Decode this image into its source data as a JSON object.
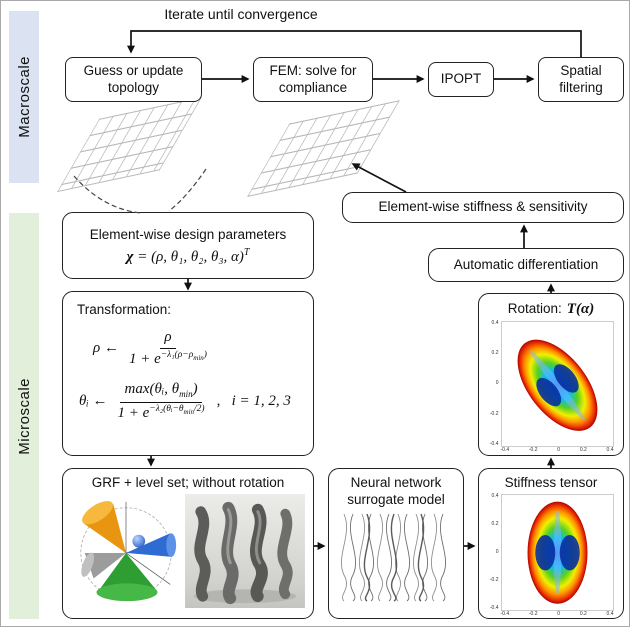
{
  "sections": {
    "macroscale": "Macroscale",
    "microscale": "Microscale"
  },
  "loop_label": "Iterate until convergence",
  "flow": {
    "guess": "Guess or update topology",
    "fem": "FEM: solve for compliance",
    "ipopt": "IPOPT",
    "spatial": "Spatial filtering"
  },
  "boxes": {
    "stiffness_sensitivity": "Element-wise stiffness & sensitivity",
    "auto_diff": "Automatic differentiation",
    "design_title": "Element-wise design parameters",
    "rotation_title": "Rotation:",
    "rotation_math": "T(α)",
    "grf_title": "GRF + level set; without rotation",
    "nn_title": "Neural network surrogate model",
    "stiffness_title": "Stiffness tensor"
  },
  "math": {
    "chi": "χ",
    "chi_rest": " = (ρ, θ₁, θ₂, θ₃, α)",
    "chi_sup": "T",
    "transform_title": "Transformation:",
    "rho_lhs": "ρ ←",
    "rho_num": "ρ",
    "den_base": "1 + e",
    "rho_sup_a": "−λ₁(ρ−ρ",
    "sub_min": "min",
    "rho_sup_b": ")",
    "theta_lhs": "θᵢ ←",
    "theta_num_a": "max(θᵢ, θ",
    "theta_num_b": ")",
    "theta_sup_a": "−λ₂(θᵢ−θ",
    "theta_sup_b": "/2)",
    "theta_cond": ",   i = 1, 2, 3"
  },
  "plot": {
    "y_ticks": [
      "0.4",
      "0.2",
      "0",
      "-0.2",
      "-0.4"
    ],
    "x_ticks": [
      "-0.4",
      "-0.2",
      "0",
      "0.2",
      "0.4"
    ]
  },
  "colors": {
    "macroscale_strip": "#dbe3f3",
    "microscale_strip": "#e2efda",
    "arrow": "#111111",
    "ellipse_outer": "#b40000",
    "ellipse_orange": "#ff9000",
    "ellipse_yellow": "#f0f000",
    "ellipse_green": "#58d020",
    "ellipse_cyan": "#00c0f0",
    "ellipse_center": "#0a2ea0"
  }
}
